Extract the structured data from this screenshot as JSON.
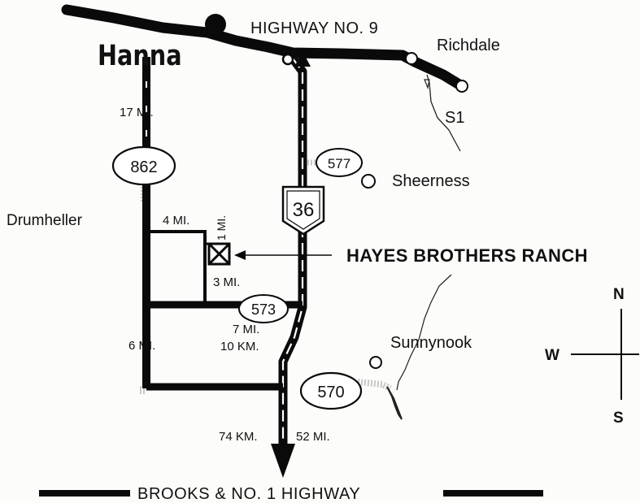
{
  "map": {
    "town_hanna": "Hanna",
    "highway_9": "HIGHWAY NO. 9",
    "town_richdale": "Richdale",
    "road_s1": "S1",
    "dist_17mi": "17 MI.",
    "shield_862": "862",
    "shield_577": "577",
    "town_sheerness": "Sheerness",
    "shield_36": "36",
    "town_drumheller": "Drumheller",
    "dist_4mi": "4 MI.",
    "dist_1mi": "1 MI.",
    "ranch_label": "HAYES BROTHERS RANCH",
    "dist_3mi": "3 MI.",
    "shield_573": "573",
    "dist_7mi": "7 MI.",
    "dist_10km": "10 KM.",
    "dist_6mi": "6 MI.",
    "town_sunnynook": "Sunnynook",
    "shield_570": "570",
    "dist_74km": "74 KM.",
    "dist_52mi": "52 MI.",
    "bottom_highway": "BROOKS & NO. 1 HIGHWAY",
    "compass": {
      "n": "N",
      "s": "S",
      "w": "W"
    }
  }
}
